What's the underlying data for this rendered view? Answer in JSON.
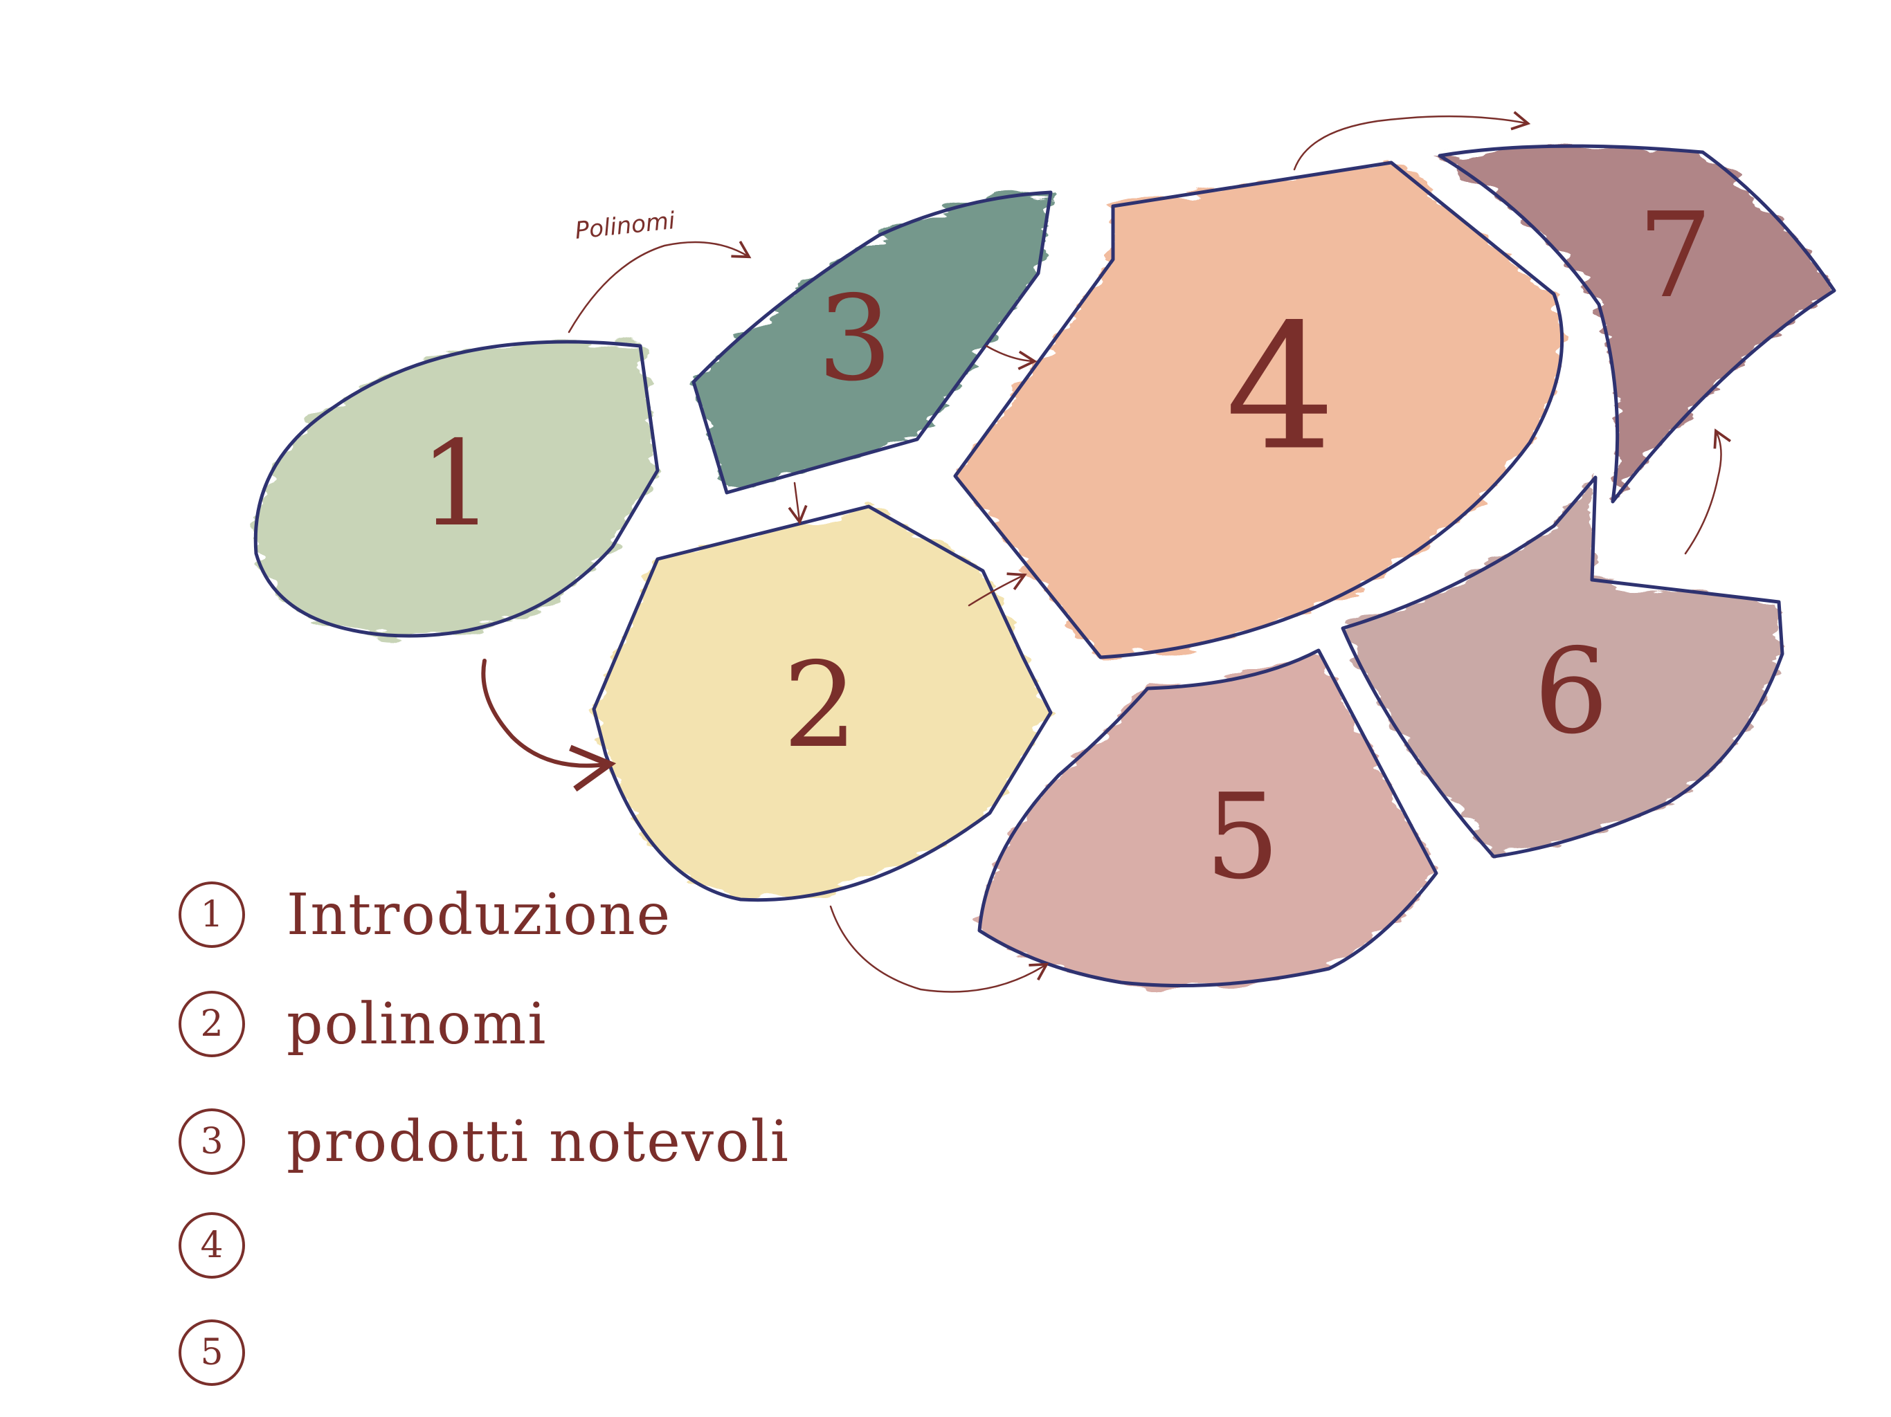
{
  "diagram": {
    "annotation_polinomi": "Polinomi",
    "blocks": [
      {
        "id": "1",
        "label": "1",
        "color": "#b9c9a4"
      },
      {
        "id": "2",
        "label": "2",
        "color": "#f0dc9a"
      },
      {
        "id": "3",
        "label": "3",
        "color": "#4f7b6c"
      },
      {
        "id": "4",
        "label": "4",
        "color": "#eeaa85"
      },
      {
        "id": "5",
        "label": "5",
        "color": "#cf9890"
      },
      {
        "id": "6",
        "label": "6",
        "color": "#bb928e"
      },
      {
        "id": "7",
        "label": "7",
        "color": "#9a6466"
      }
    ]
  },
  "legend": [
    {
      "num": "1",
      "text": "Introduzione"
    },
    {
      "num": "2",
      "text": "polinomi"
    },
    {
      "num": "3",
      "text": "prodotti notevoli"
    },
    {
      "num": "4",
      "text": ""
    },
    {
      "num": "5",
      "text": ""
    }
  ],
  "colors": {
    "outline": "#2e3270",
    "ink": "#7a2f2b"
  }
}
